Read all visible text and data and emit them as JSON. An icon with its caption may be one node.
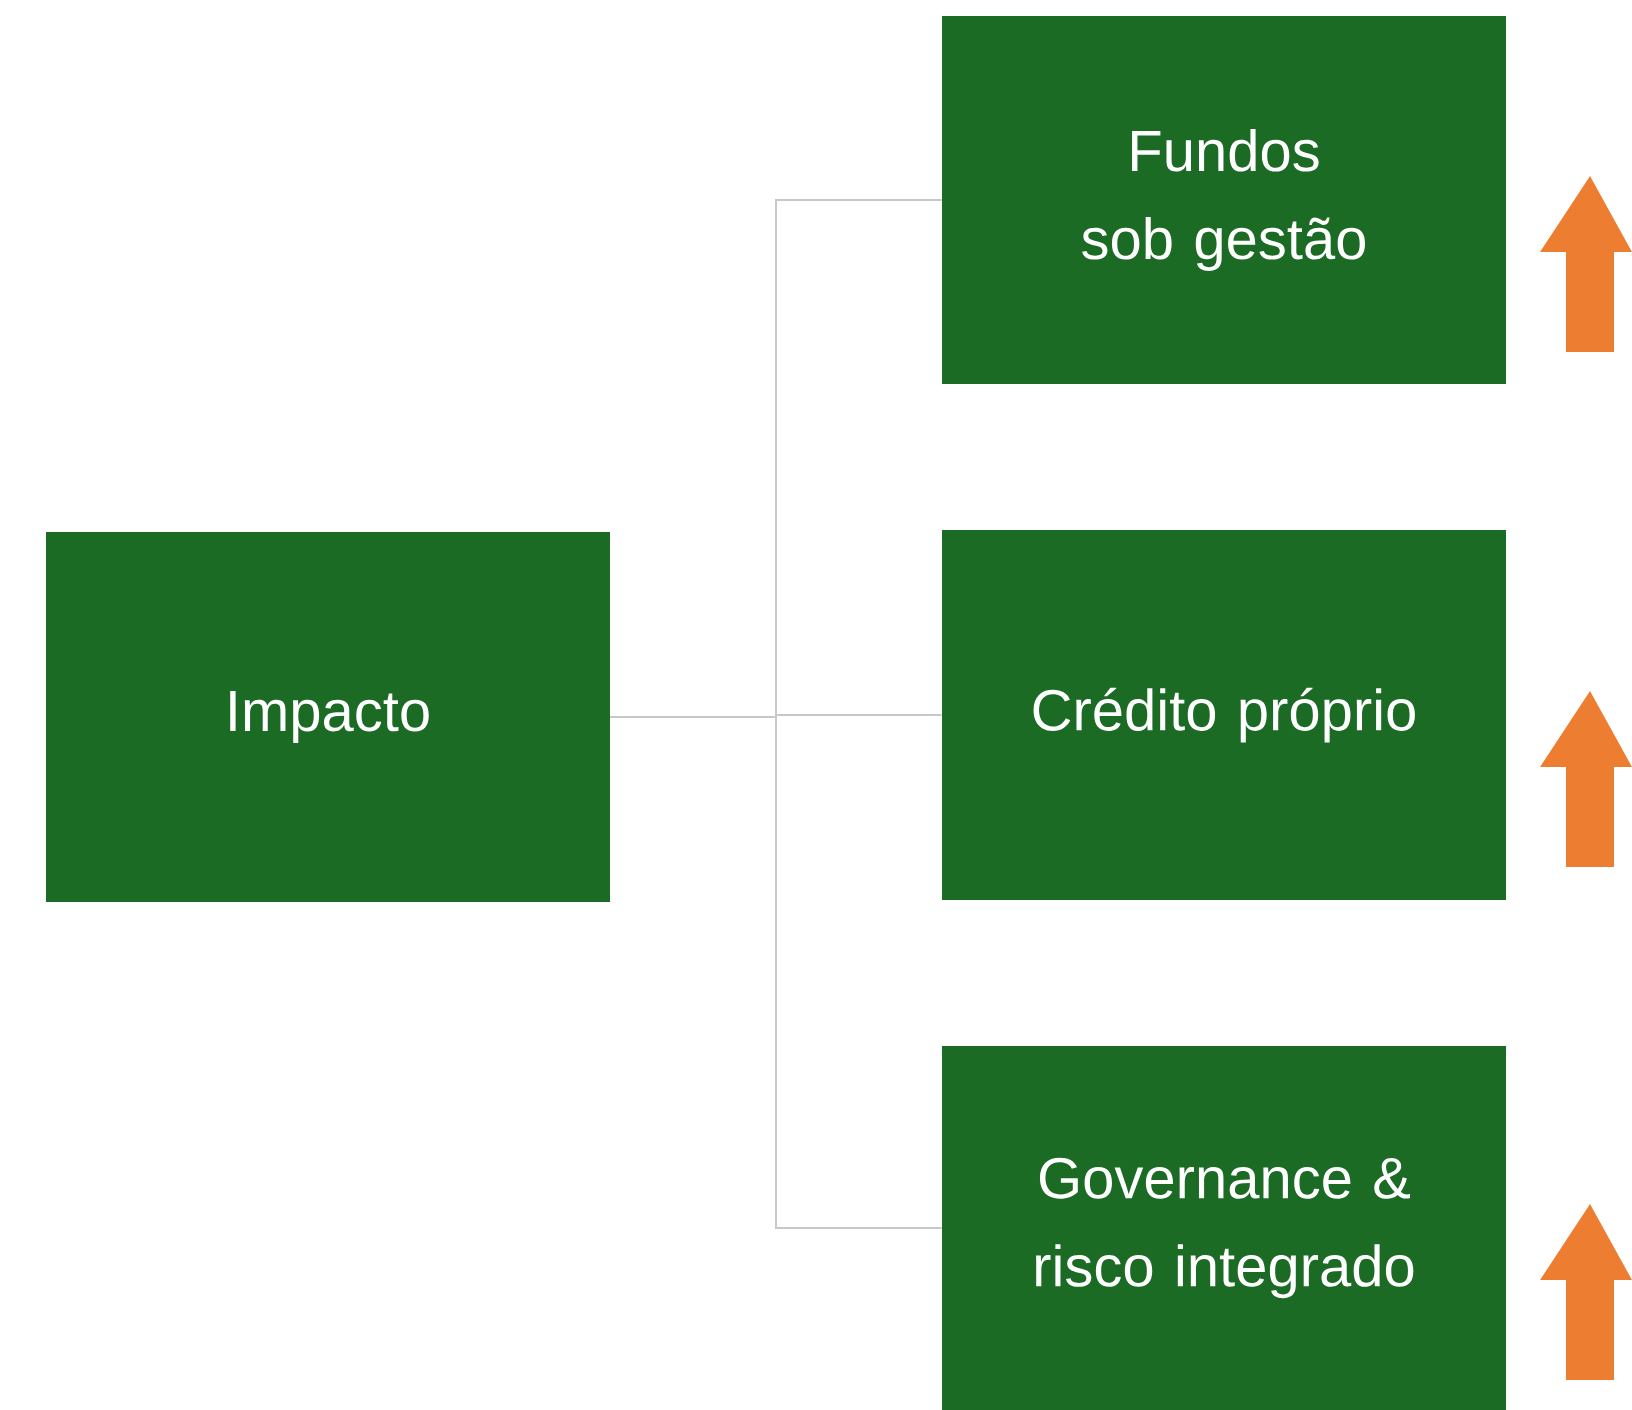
{
  "diagram": {
    "nodes": [
      {
        "text": [
          "Impacto"
        ]
      },
      {
        "text": [
          "Fundos sob gestão"
        ]
      },
      {
        "text": [
          "Crédito próprio"
        ]
      },
      {
        "text": [
          "Governance & risco integrado"
        ]
      }
    ],
    "edges": [
      {
        "from": 0,
        "to": 1,
        "arrow": "none"
      },
      {
        "from": 0,
        "to": 2,
        "arrow": "none"
      },
      {
        "from": 0,
        "to": 3,
        "arrow": "none"
      }
    ]
  }
}
